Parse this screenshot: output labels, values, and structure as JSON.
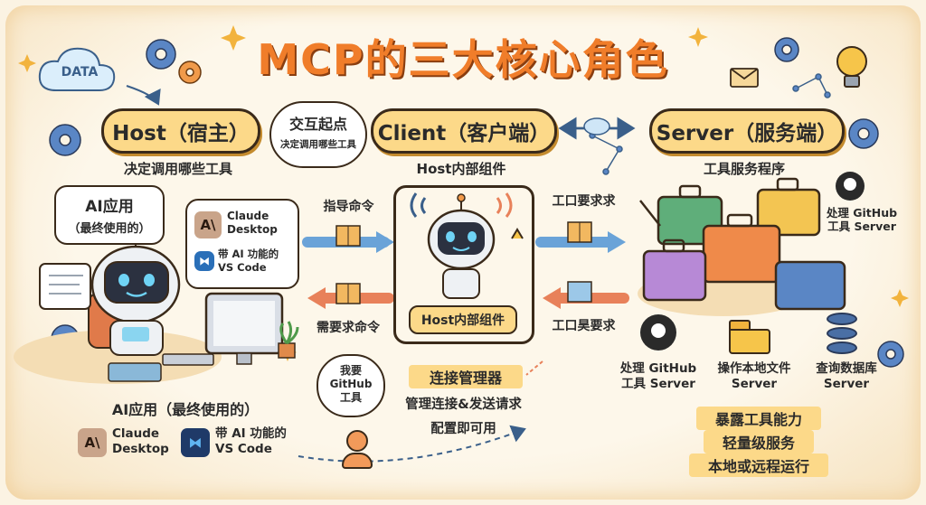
{
  "title": "MCP的三大核心角色",
  "cloud_data": "DATA",
  "host": {
    "pill": "Host（宿主）",
    "caption": "决定调用哪些工具",
    "app_bubble": {
      "line1": "AI应用",
      "line2": "（最终使用的）"
    },
    "apps_panel": {
      "claude": "Claude\nDesktop",
      "vscode": "带 AI 功能的\nVS Code"
    },
    "bottom_caption": "AI应用（最终使用的）",
    "bottom_apps": {
      "claude": "Claude\nDesktop",
      "vscode": "带 AI 功能的\nVS Code"
    }
  },
  "thought": {
    "line1": "交互起点",
    "line2": "决定调用哪些工具"
  },
  "client": {
    "pill": "Client（客户端）",
    "caption": "Host内部组件",
    "box_label": "Host内部组件",
    "arrow_top": "指导命令",
    "arrow_bottom": "需要求命令",
    "yellow": [
      "连接管理器"
    ],
    "captions": [
      "管理连接&发送请求",
      "配置即可用"
    ],
    "person_bubble": "我要\nGitHub\n工具"
  },
  "server": {
    "pill": "Server（服务端）",
    "caption": "工具服务程序",
    "arrow_top": "工口要求求",
    "arrow_bottom": "工口昊要求",
    "github_top": "处理 GitHub\n工具 Server",
    "servers": [
      {
        "label": "处理 GitHub\n工具 Server",
        "icon": "github-icon"
      },
      {
        "label": "操作本地文件\nServer",
        "icon": "folder-icon"
      },
      {
        "label": "查询数据库\nServer",
        "icon": "database-icon"
      }
    ],
    "features": [
      "暴露工具能力",
      "轻量级服务",
      "本地或远程运行"
    ]
  }
}
